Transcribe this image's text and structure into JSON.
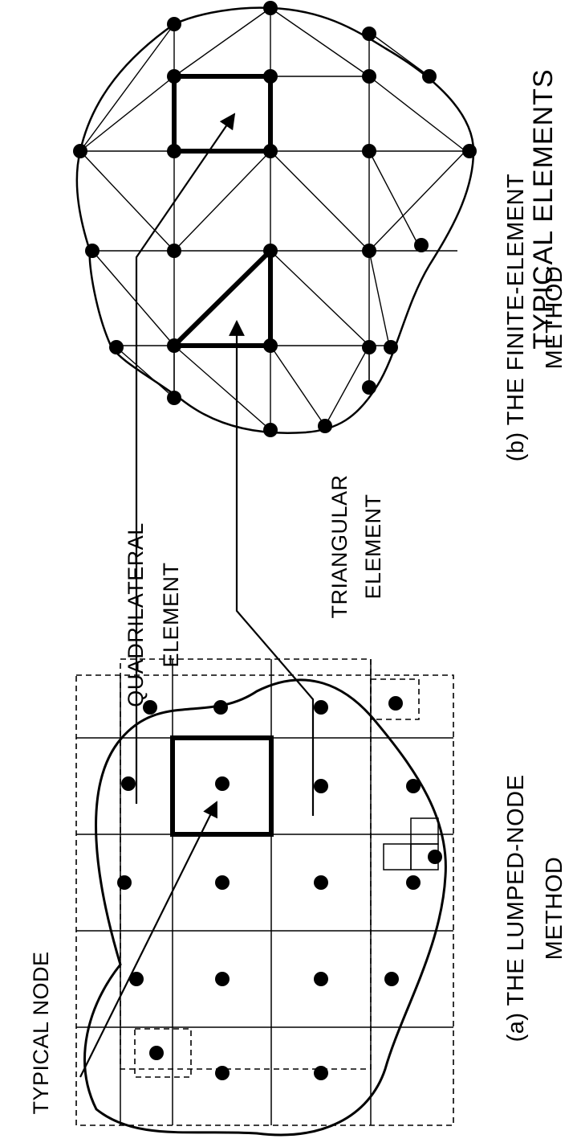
{
  "title": "TYPICAL ELEMENTS",
  "panel_a": {
    "caption_line1": "(a) THE LUMPED-NODE",
    "caption_line2": "METHOD",
    "callout_node": "TYPICAL NODE"
  },
  "panel_b": {
    "caption_line1": "(b) THE FINITE-ELEMENT",
    "caption_line2": "METHOD",
    "callout_quad_line1": "QUADRILATERAL",
    "callout_quad_line2": "ELEMENT",
    "callout_tri_line1": "TRIANGULAR",
    "callout_tri_line2": "ELEMENT"
  },
  "colors": {
    "ink": "#000000",
    "paper": "#ffffff"
  }
}
